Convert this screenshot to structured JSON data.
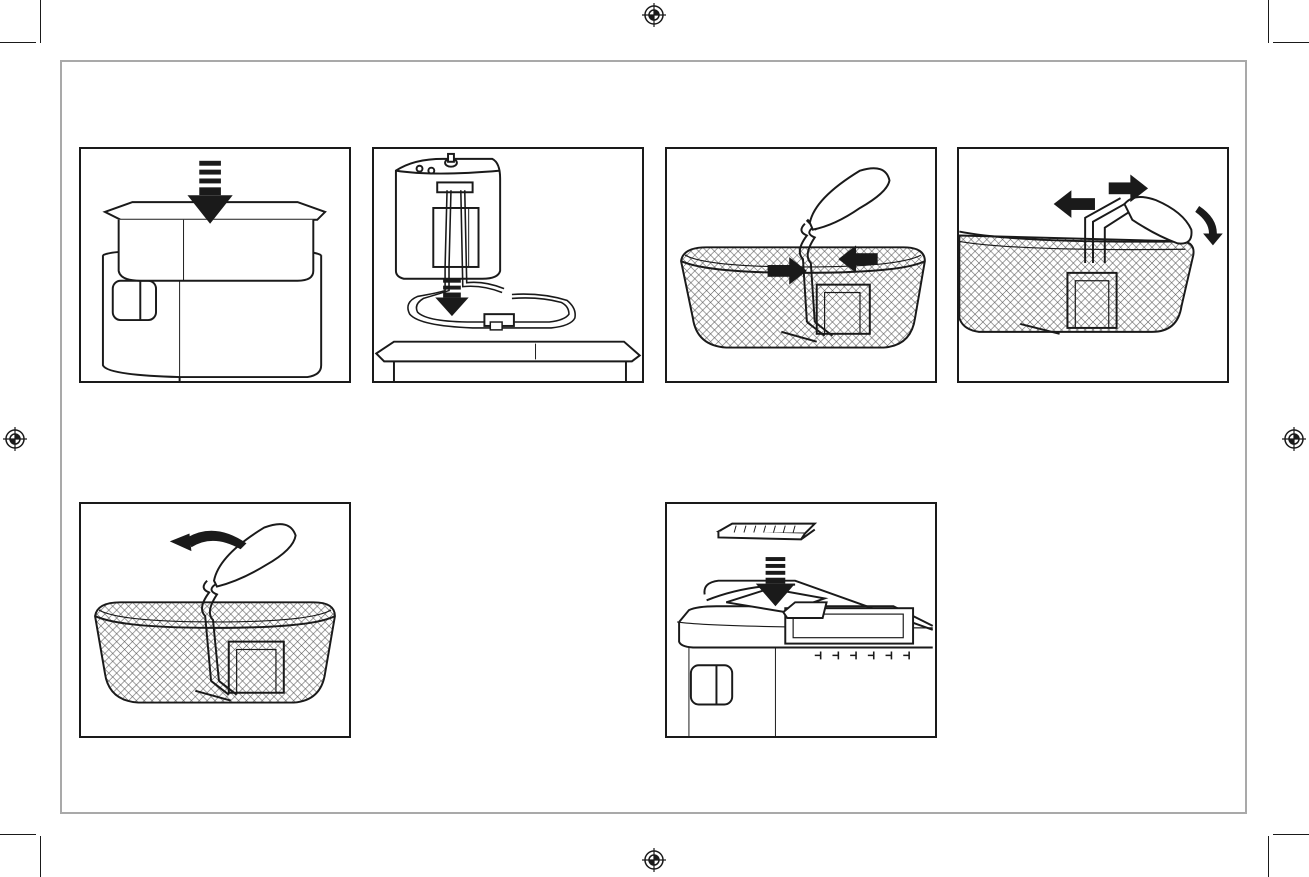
{
  "page": {
    "kind": "instruction-illustrations",
    "panel_count": 6,
    "colors": {
      "ink": "#1a1a1a",
      "frame": "#a9a9a9",
      "mesh": "#555555",
      "paper": "#ffffff"
    }
  },
  "panels": [
    {
      "name": "panel-insert-oil-container",
      "icons": [
        "fryer-body-icon",
        "oil-container-icon",
        "down-arrow-icon"
      ]
    },
    {
      "name": "panel-attach-heating-element",
      "icons": [
        "control-panel-icon",
        "heating-element-icon",
        "down-arrow-icon"
      ]
    },
    {
      "name": "panel-squeeze-basket-handle",
      "icons": [
        "fry-basket-icon",
        "handle-icon",
        "squeeze-arrows-icon"
      ]
    },
    {
      "name": "panel-attach-basket-handle",
      "icons": [
        "fry-basket-icon",
        "handle-icon",
        "spread-arrows-icon",
        "rotate-arrow-icon"
      ]
    },
    {
      "name": "panel-fold-basket-handle",
      "icons": [
        "fry-basket-icon",
        "handle-icon",
        "curved-arrow-icon"
      ]
    },
    {
      "name": "panel-insert-filter-lid",
      "icons": [
        "filter-icon",
        "fryer-lid-icon",
        "down-arrow-icon"
      ]
    }
  ]
}
